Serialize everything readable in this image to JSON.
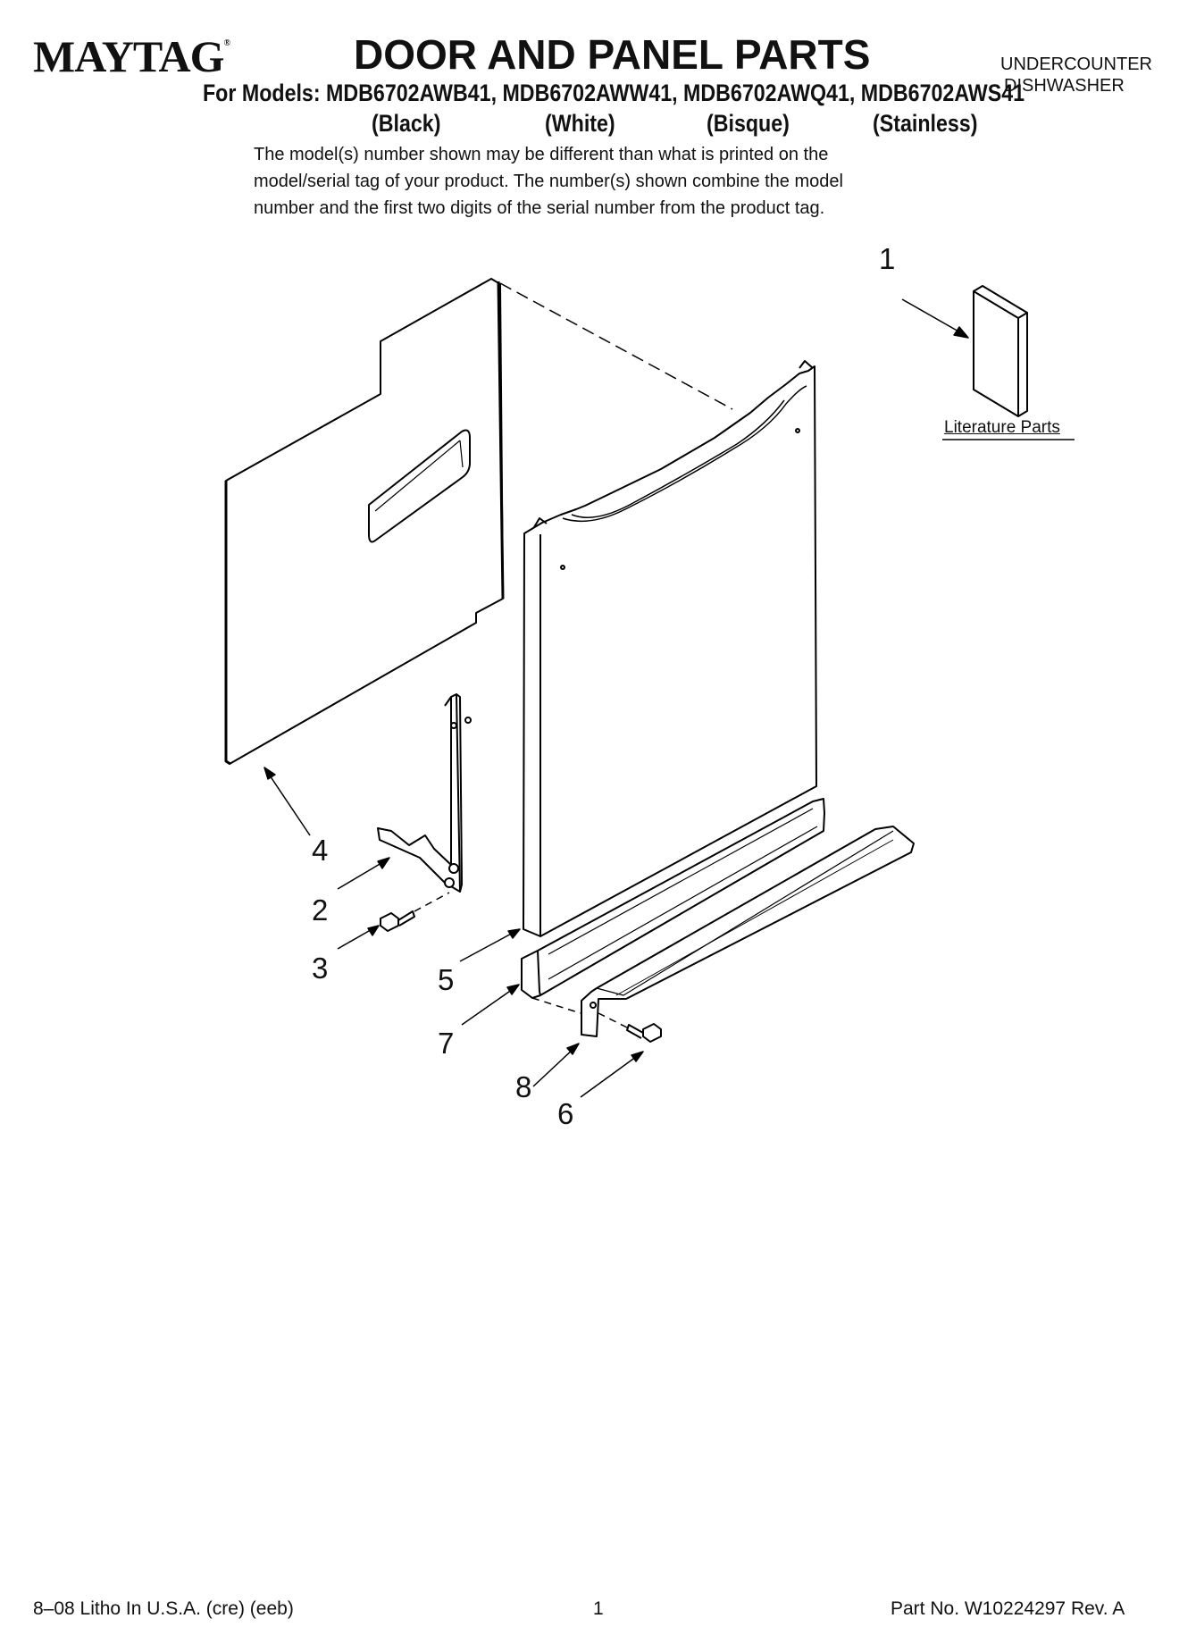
{
  "header": {
    "brand": "MAYTAG",
    "title": "DOOR AND PANEL PARTS",
    "category_line1": "UNDERCOUNTER",
    "category_line2": "DISHWASHER",
    "models_line": "For Models: MDB6702AWB41, MDB6702AWW41, MDB6702AWQ41, MDB6702AWS41",
    "colors": [
      "(Black)",
      "(White)",
      "(Bisque)",
      "(Stainless)"
    ],
    "note_lines": [
      "The model(s) number shown may be different than what is printed on the",
      "model/serial tag of your product. The number(s) shown combine the model",
      "number and the first two digits of the serial number from the product tag."
    ]
  },
  "diagram": {
    "callouts": [
      "1",
      "2",
      "3",
      "4",
      "5",
      "6",
      "7",
      "8"
    ],
    "literature_label": "Literature Parts"
  },
  "footer": {
    "left": "8–08 Litho In U.S.A. (cre) (eeb)",
    "page": "1",
    "part_no": "Part No. W10224297 Rev. A"
  }
}
